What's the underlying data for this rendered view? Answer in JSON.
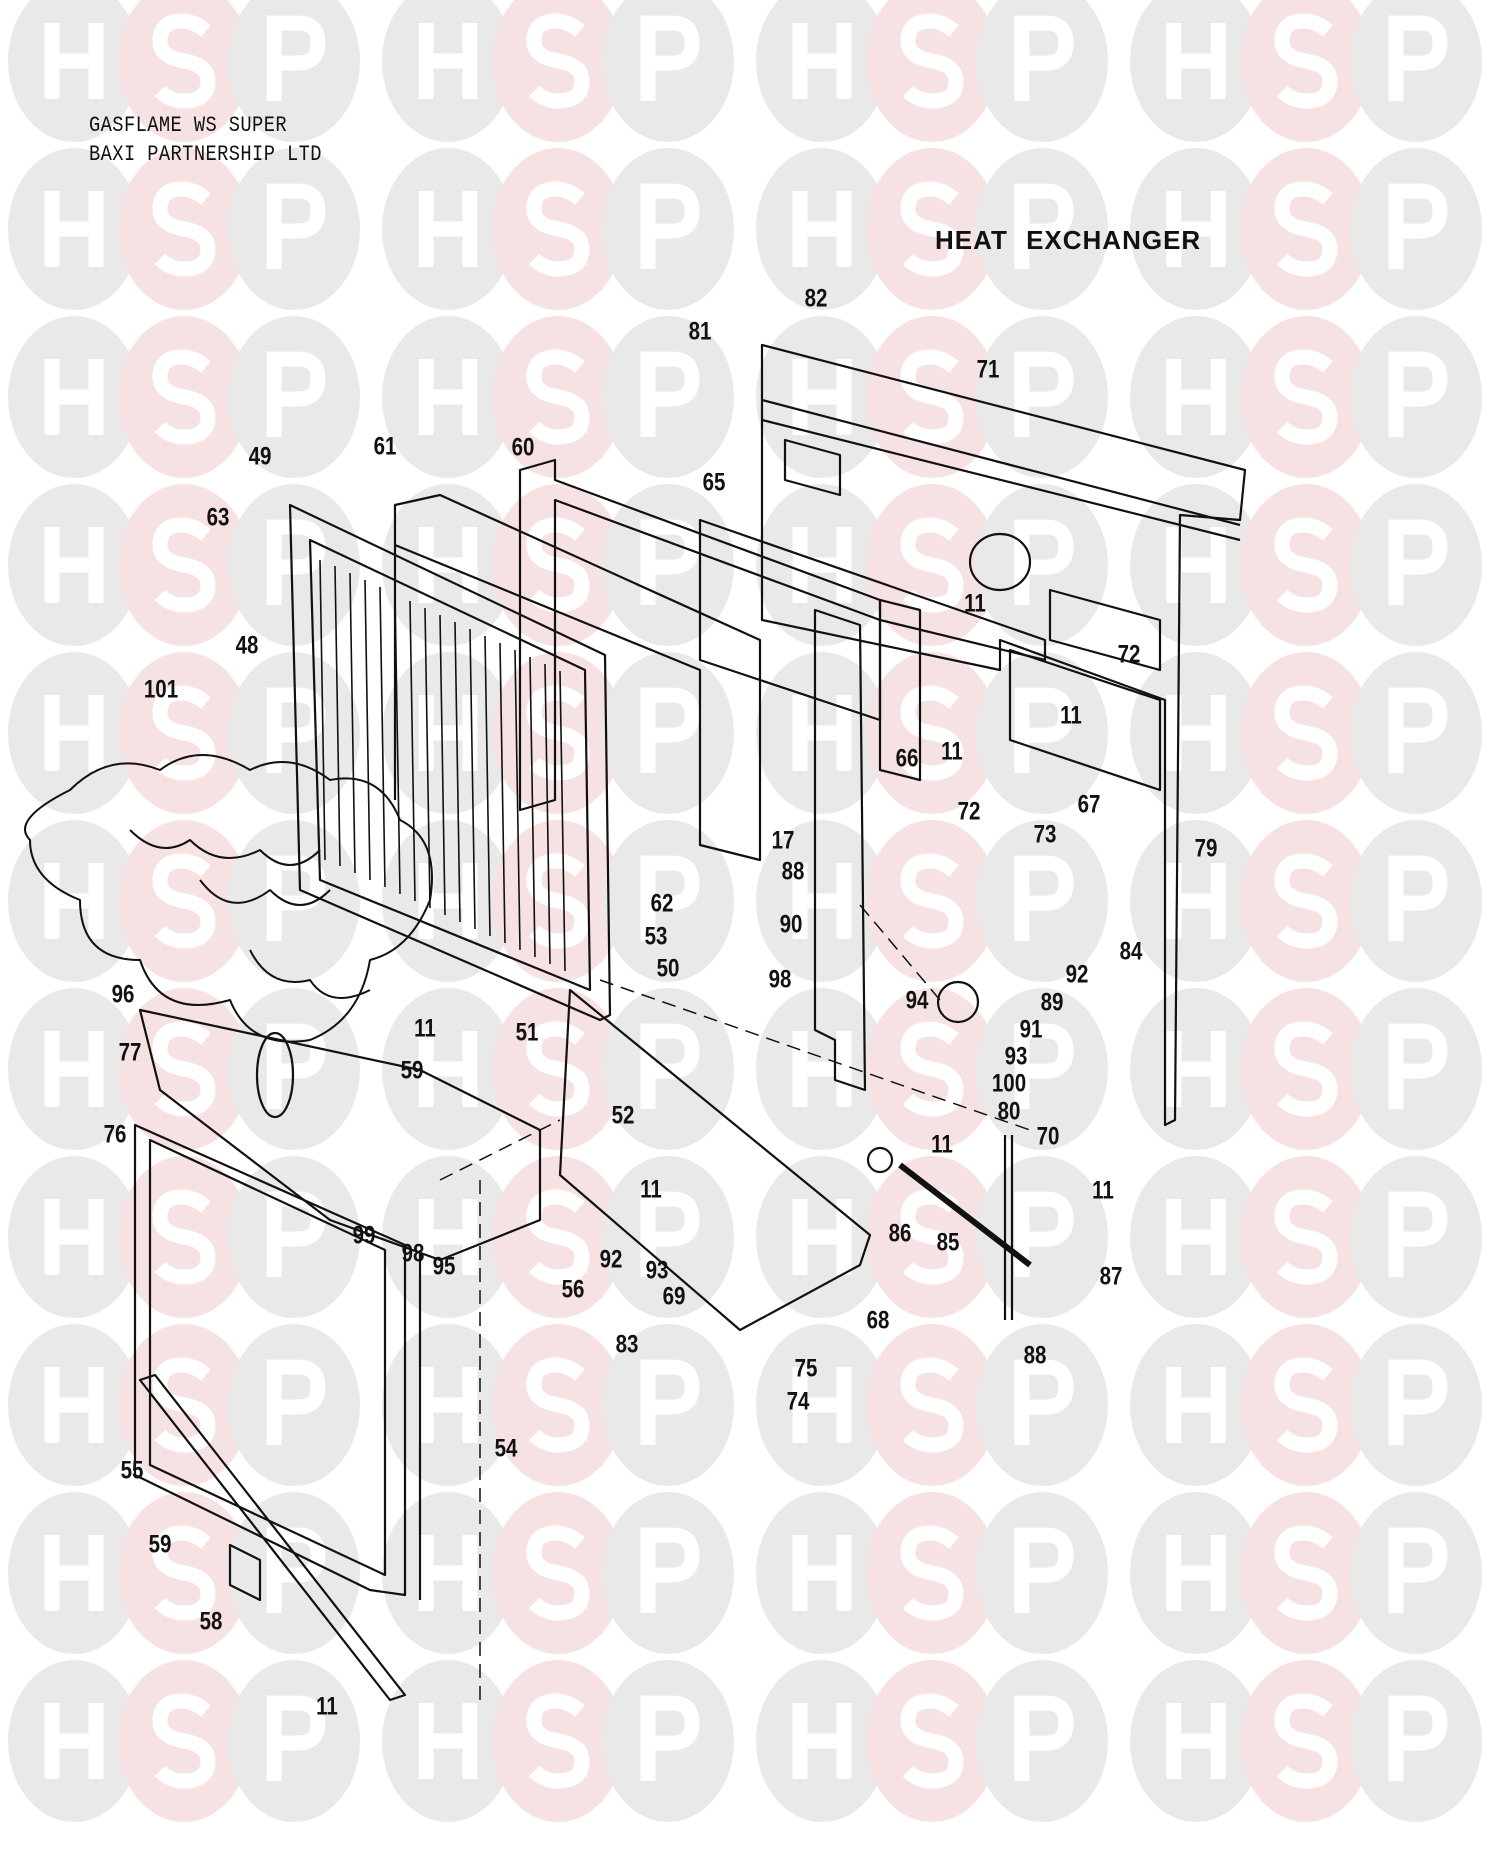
{
  "watermark": "HSP",
  "header": {
    "model": "GASFLAME WS SUPER",
    "manufacturer": "BAXI PARTNERSHIP LTD"
  },
  "diagram_title": "HEAT EXCHANGER",
  "part_labels": [
    "82",
    "81",
    "71",
    "49",
    "61",
    "60",
    "65",
    "63",
    "11",
    "72",
    "48",
    "11",
    "11",
    "66",
    "67",
    "101",
    "72",
    "73",
    "79",
    "17",
    "88",
    "62",
    "90",
    "53",
    "84",
    "92",
    "50",
    "96",
    "98",
    "94",
    "89",
    "11",
    "51",
    "91",
    "77",
    "93",
    "59",
    "100",
    "80",
    "52",
    "70",
    "11",
    "76",
    "11",
    "11",
    "86",
    "85",
    "99",
    "98",
    "95",
    "92",
    "93",
    "87",
    "56",
    "69",
    "68",
    "88",
    "83",
    "75",
    "74",
    "54",
    "55",
    "59",
    "58",
    "11"
  ]
}
